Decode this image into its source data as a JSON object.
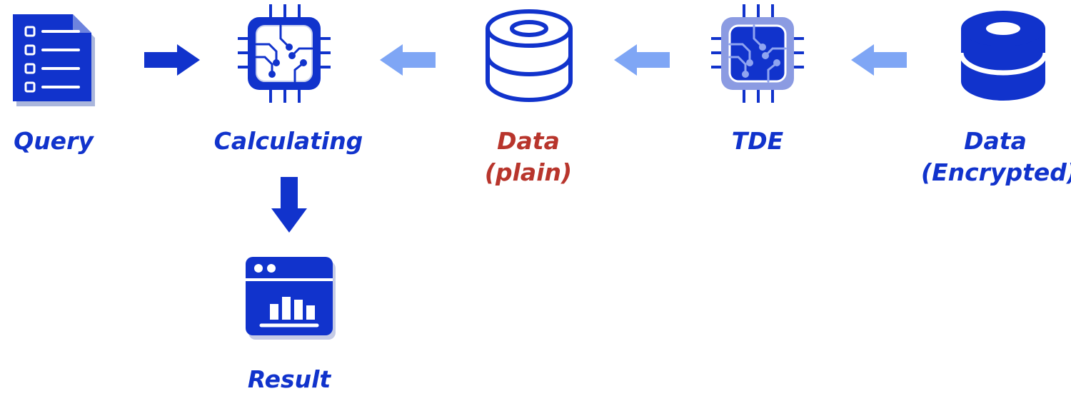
{
  "colors": {
    "primary": "#1133cc",
    "arrow_dark": "#1133cc",
    "arrow_light": "#7fa6f5",
    "chip_light_bg": "#8b9be2",
    "plain_label": "#b8352c",
    "white": "#ffffff"
  },
  "nodes": {
    "query": {
      "label": "Query",
      "icon": "checklist-document-icon"
    },
    "calculating": {
      "label": "Calculating",
      "icon": "processor-chip-icon"
    },
    "data_plain": {
      "label": "Data\n(plain)",
      "icon": "database-outline-icon"
    },
    "tde": {
      "label": "TDE",
      "icon": "processor-chip-icon"
    },
    "data_encrypted": {
      "label": "Data\n(Encrypted)",
      "icon": "database-solid-icon"
    },
    "result": {
      "label": "Result",
      "icon": "bar-chart-window-icon"
    }
  },
  "flows": [
    {
      "from": "query",
      "to": "calculating",
      "style": "dark"
    },
    {
      "from": "data_plain",
      "to": "calculating",
      "style": "light"
    },
    {
      "from": "tde",
      "to": "data_plain",
      "style": "light"
    },
    {
      "from": "data_encrypted",
      "to": "tde",
      "style": "light"
    },
    {
      "from": "calculating",
      "to": "result",
      "style": "dark"
    }
  ]
}
